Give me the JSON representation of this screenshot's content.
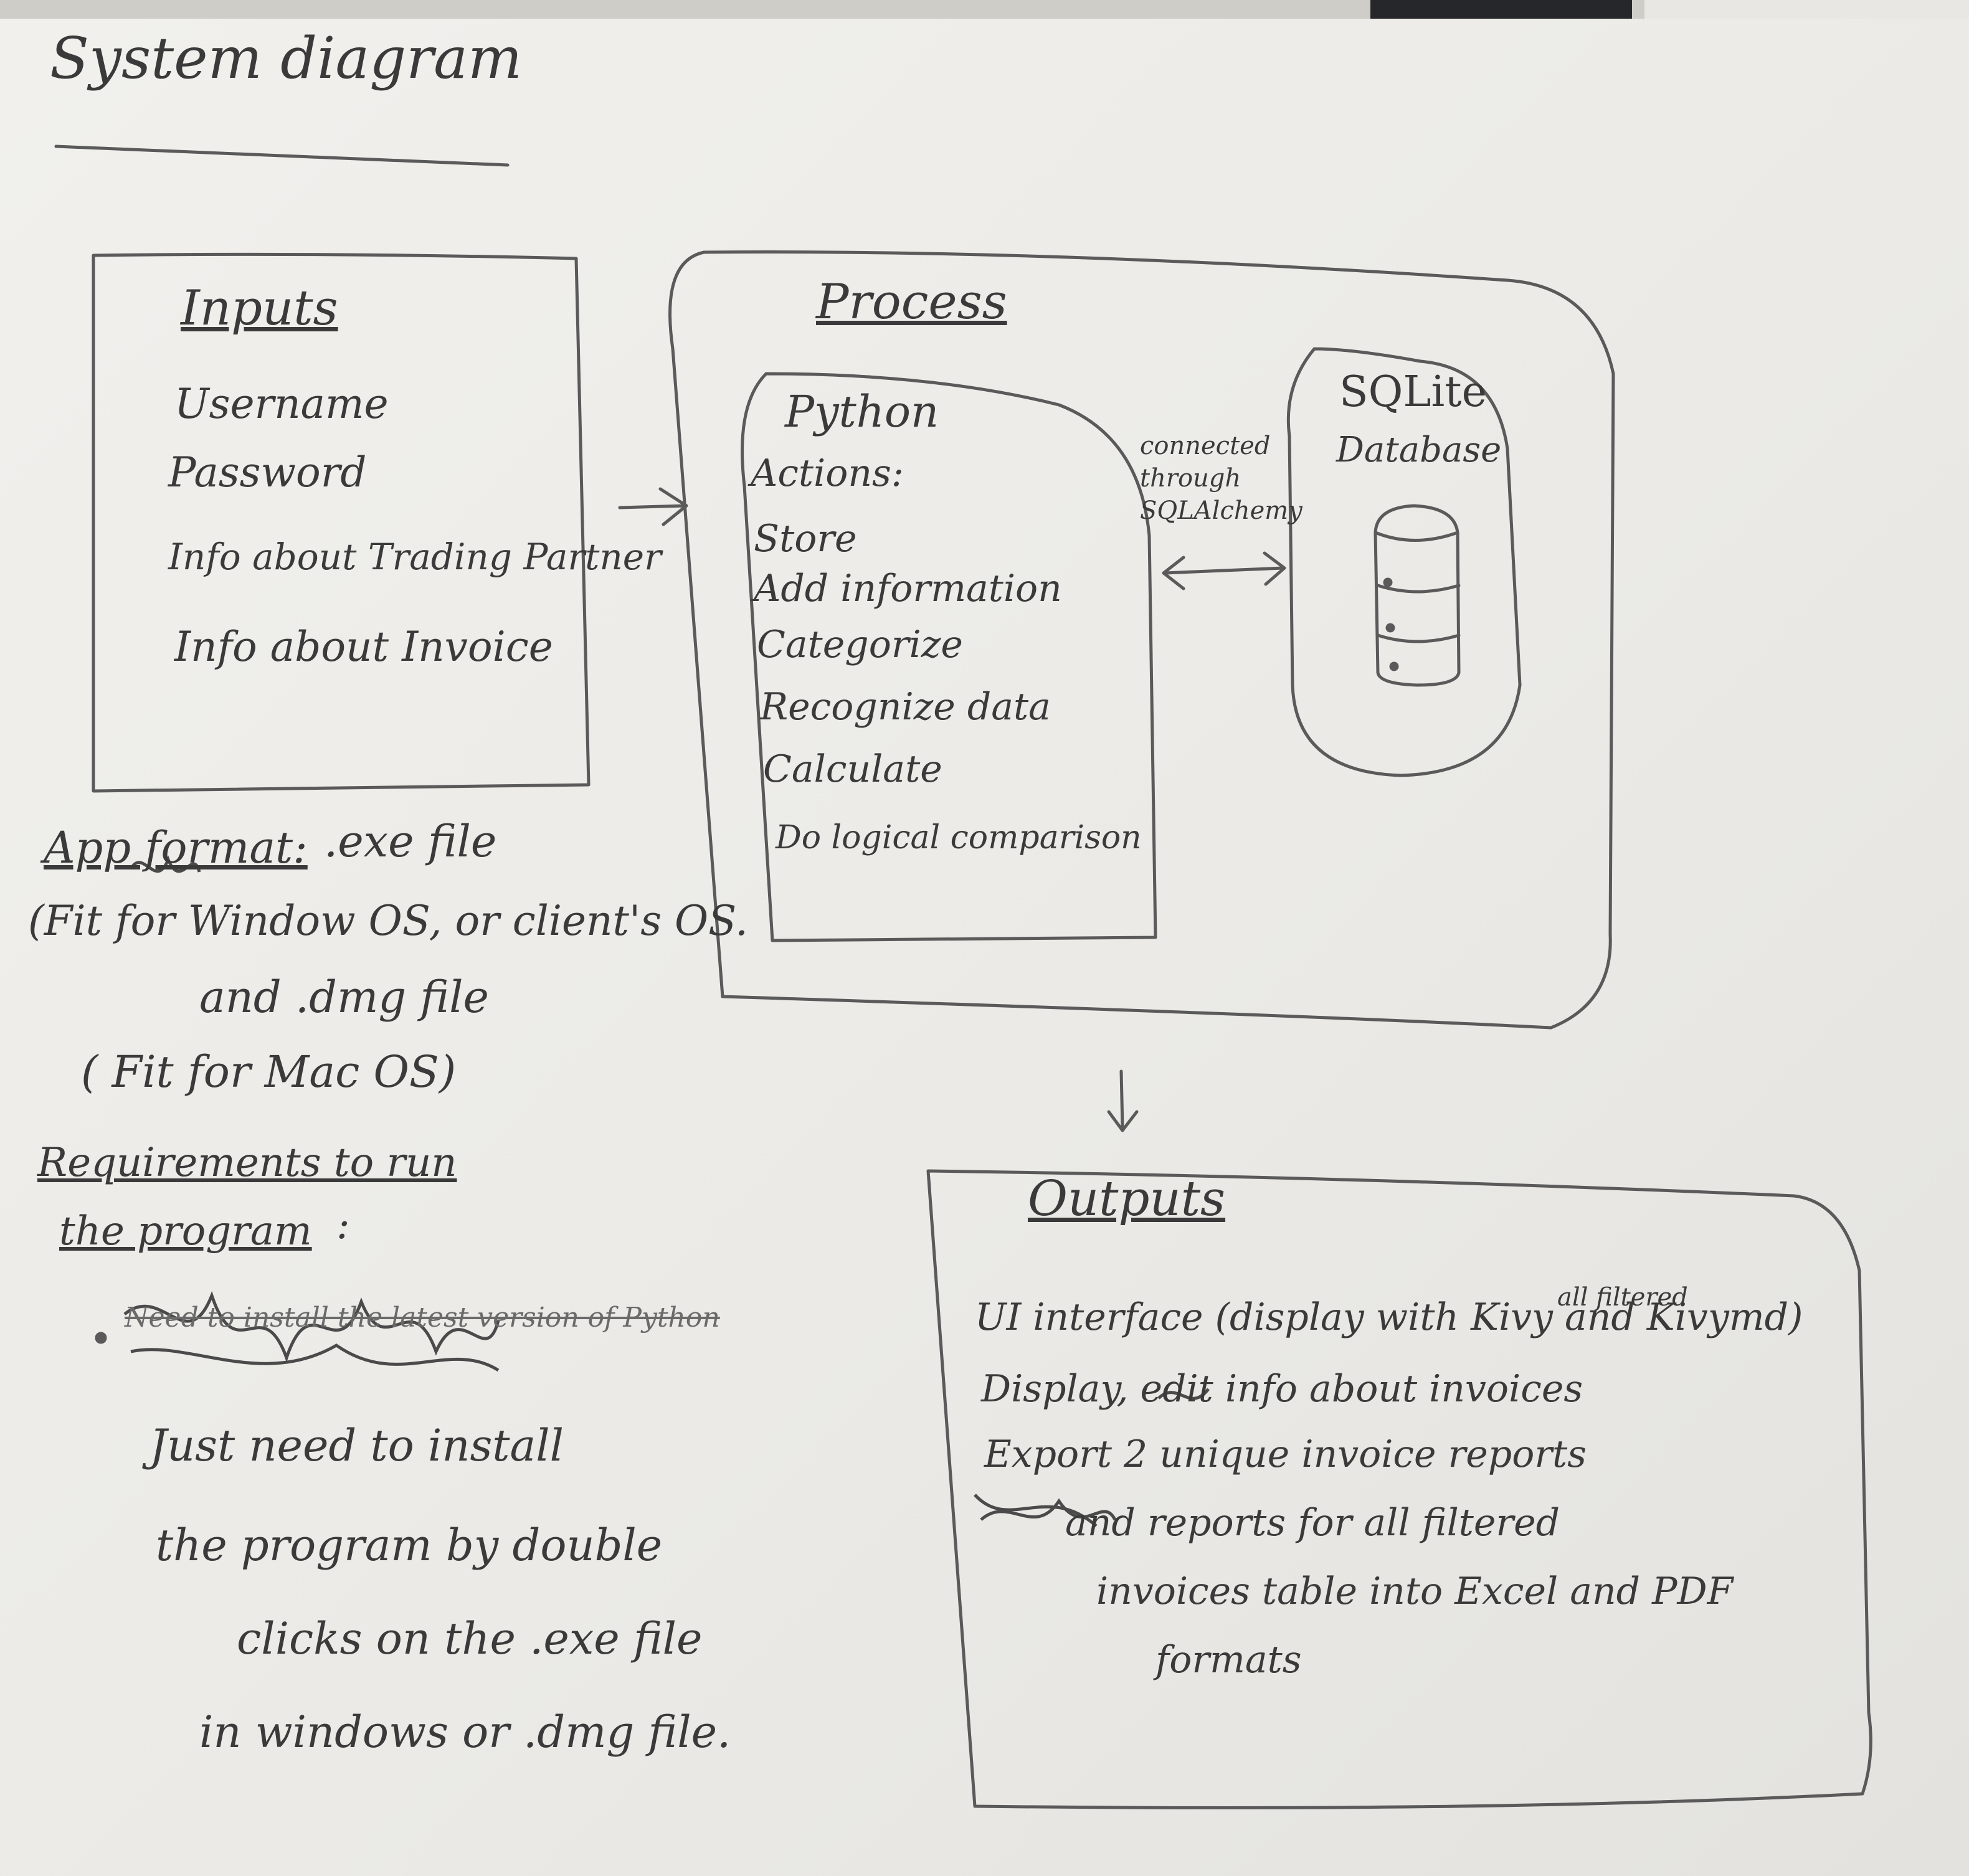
{
  "title": "System diagram",
  "inputs": {
    "heading": "Inputs",
    "items": [
      "Username",
      "Password",
      "Info about Trading Partner",
      "Info about Invoice"
    ]
  },
  "process": {
    "heading": "Process",
    "python": {
      "heading": "Python",
      "actions_label": "Actions:",
      "items": [
        "Store",
        "Add information",
        "Categorize",
        "Recognize data",
        "Calculate",
        "Do logical comparison"
      ]
    },
    "connector_label": "connected through SQLAlchemy",
    "database": {
      "line1": "SQLite",
      "line2": "Database"
    }
  },
  "outputs": {
    "heading": "Outputs",
    "lines": [
      "UI interface (display with Kivy and Kivymd)",
      "Display, edit info about invoices",
      "Export 2 unique invoice reports",
      "and reports for all filtered",
      "invoices table into Excel and PDF",
      "formats"
    ],
    "inserted_word": "all filtered"
  },
  "app_format": {
    "label": "App format:",
    "lines": [
      ".exe file",
      "(Fit for Window OS, or client's OS.",
      "and .dmg file",
      "( Fit for Mac OS)"
    ]
  },
  "requirements": {
    "heading_line1": "Requirements to run",
    "heading_line2": "the program",
    "heading_colon": ":",
    "struck_text": "Need to install the latest version of Python",
    "lines": [
      "Just need to install",
      "the program by double",
      "clicks on the .exe file",
      "in windows or .dmg file."
    ]
  },
  "colors": {
    "pencil": "#555555",
    "paper": "#efeeeb"
  }
}
